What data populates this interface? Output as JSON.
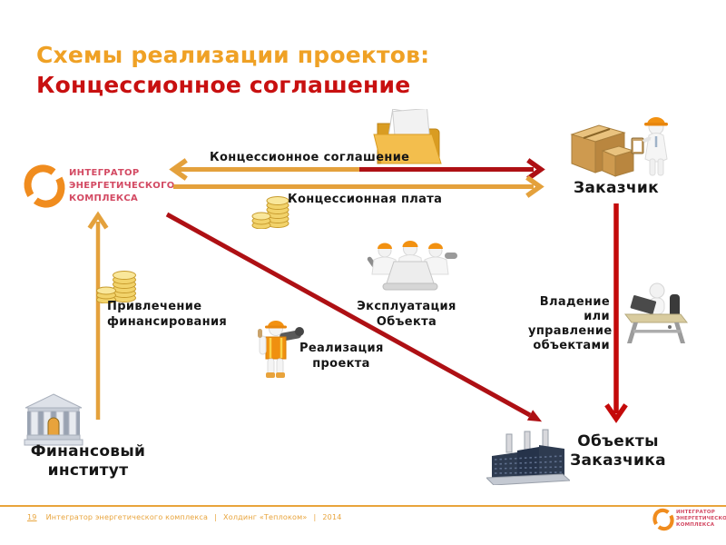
{
  "colors": {
    "title-orange": "#EFA125",
    "title-red": "#C81010",
    "arrow-gold": "#E4A13C",
    "arrow-darkred": "#AE1014",
    "arrow-red": "#C40A0A",
    "logo-red": "#D34A63",
    "footer-orange": "#E8A43C",
    "helmet-orange": "#F29111",
    "coin-gold": "#F2D36B"
  },
  "title": {
    "line1": "Схемы реализации проектов:",
    "line2": "Концессионное соглашение"
  },
  "logo": {
    "line1": "ИНТЕГРАТОР",
    "line2": "ЭНЕРГЕТИЧЕСКОГО",
    "line3": "КОМПЛЕКСА"
  },
  "labels": {
    "concession_agreement": "Концессионное соглашение",
    "concession_fee": "Концессионная плата",
    "financing": "Привлечение финансирования",
    "implementation": "Реализация проекта",
    "operation": "Эксплуатация Объекта",
    "ownership": "Владение или управление объектами",
    "customer": "Заказчик",
    "financial_institution": "Финансовый институт",
    "customer_facilities": "Объекты Заказчика"
  },
  "footer": {
    "page": "19",
    "company": "Интегратор энергетического комплекса",
    "sep": "|",
    "holding": "Холдинг «Теплоком»",
    "year": "2014"
  }
}
